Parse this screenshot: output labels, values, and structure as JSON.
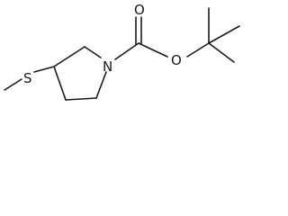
{
  "molecule": {
    "atoms": {
      "sulfur": "S",
      "nitrogen": "N",
      "carbonyl_oxygen": "O",
      "ester_oxygen": "O"
    },
    "colors": {
      "ink": "#1a1a1a",
      "background": "#ffffff"
    }
  }
}
